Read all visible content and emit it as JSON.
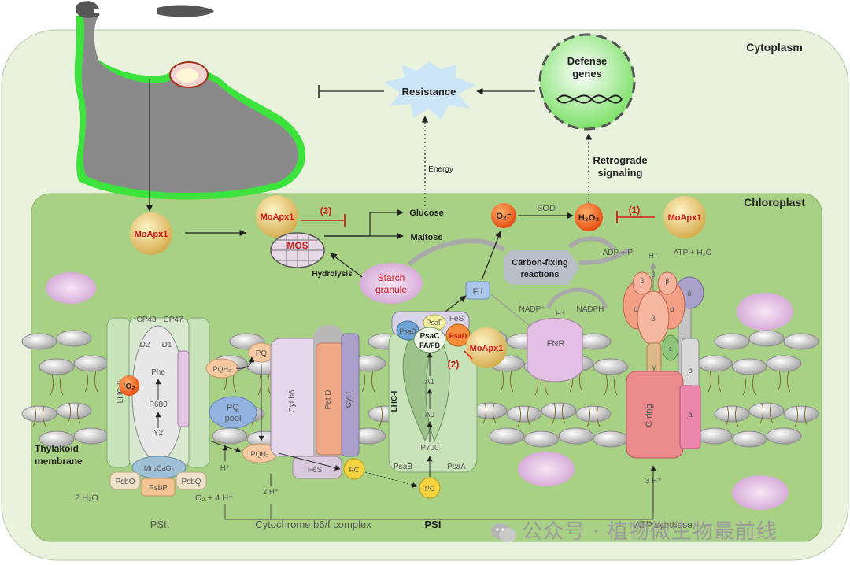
{
  "regions": {
    "cytoplasm": "Cytoplasm",
    "chloroplast": "Chloroplast",
    "thylakoid": [
      "Thylakoid",
      "membrane"
    ]
  },
  "signals": {
    "resistance": "Resistance",
    "defense_genes": [
      "Defense",
      "genes"
    ],
    "retrograde": [
      "Retrograde",
      "signaling"
    ],
    "energy": "Energy",
    "glucose": "Glucose",
    "maltose": "Maltose",
    "hydrolysis": "Hydrolysis",
    "mos": "MOS",
    "starch": [
      "Starch",
      "granule"
    ],
    "sod": "SOD",
    "carbon_fixing": [
      "Carbon-fixing",
      "reactions"
    ],
    "fd": "Fd",
    "fnr": "FNR",
    "nadp": "NADP⁺",
    "nadph": "NADPH",
    "h_plus": "H⁺",
    "adp": "ADP + Pi",
    "atp": "ATP + H₂O"
  },
  "moapx": {
    "label": "MoApx1",
    "marks": [
      "(1)",
      "(2)",
      "(3)"
    ]
  },
  "ros": {
    "superoxide": "O₂⁻",
    "h2o2": "H₂O₂",
    "singlet": "¹O₂"
  },
  "psii": {
    "name": "PSII",
    "labels": [
      "CP43",
      "CP47",
      "D2",
      "D1",
      "Phe",
      "P680",
      "Y2",
      "Mn₄CaO₅",
      "PsbO",
      "PsbP",
      "PsbQ",
      "LHC-II"
    ],
    "water": "2 H₂O",
    "o2": "O₂ + 4 H⁺"
  },
  "pq": {
    "pq": "PQ",
    "pqh2": "PQH₂",
    "pool": [
      "PQ",
      "pool"
    ]
  },
  "cytb6f": {
    "name": "Cytochrome b6/f complex",
    "labels": [
      "Cyt b6",
      "Pet D",
      "Cyt f",
      "FeS"
    ],
    "protons_in": "H⁺",
    "protons_out": "2 H⁺",
    "pc": "PC"
  },
  "psi": {
    "name": "PSI",
    "labels": [
      "PsaF",
      "FeS",
      "PsaB",
      "PsaC",
      "PsaD",
      "A1",
      "A0",
      "P700",
      "PsaB",
      "PsaA",
      "LHC-I"
    ],
    "fafb": "FA/FB"
  },
  "atp_synthase": {
    "name": "ATP synthase",
    "labels": [
      "β",
      "β",
      "β",
      "α",
      "β",
      "α",
      "δ",
      "ε",
      "γ",
      "b",
      "C ring",
      "a"
    ],
    "protons": "3 H⁺"
  },
  "watermark": "公众号 · 植物微生物最前线"
}
